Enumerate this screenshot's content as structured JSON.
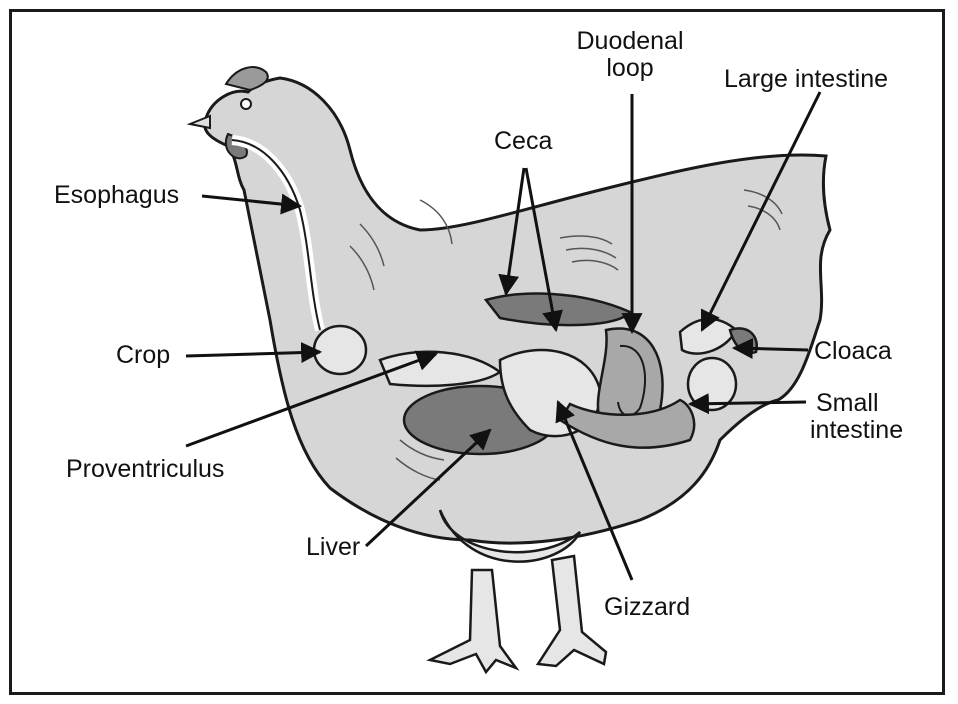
{
  "labels": {
    "esophagus": "Esophagus",
    "crop": "Crop",
    "proventriculus": "Proventriculus",
    "liver": "Liver",
    "ceca": "Ceca",
    "duodenal_loop_line1": "Duodenal",
    "duodenal_loop_line2": "loop",
    "large_intestine": "Large intestine",
    "cloaca": "Cloaca",
    "small_intestine_line1": "Small",
    "small_intestine_line2": "intestine",
    "gizzard": "Gizzard"
  },
  "colors": {
    "body_fill": "#d6d6d6",
    "organ_dark": "#7a7a7a",
    "organ_mid": "#a8a8a8",
    "organ_light": "#e6e6e6",
    "outline": "#1a1a1a",
    "frame": "#1a1a1a"
  }
}
